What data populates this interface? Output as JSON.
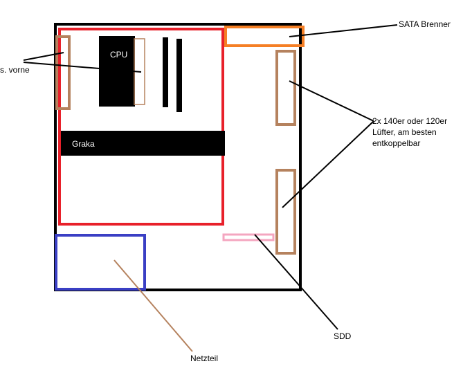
{
  "labels": {
    "cpu": "CPU",
    "gpu": "Graka",
    "front_partial": "s. vorne",
    "sata_burner": "SATA Brenner",
    "fans": "2x 140er oder 120er Lüfter, am besten entkoppelbar",
    "ssd": "SDD",
    "psu": "Netzteil"
  },
  "colors": {
    "case_outline": "#000000",
    "mainboard": "#e8202a",
    "psu": "#3a3fc4",
    "sata_burner": "#f57f25",
    "fan": "#b5825e",
    "ssd": "#f4a6c0",
    "component": "#000000",
    "leader_psu": "#b5825e",
    "text_on_dark": "#ffffff"
  }
}
